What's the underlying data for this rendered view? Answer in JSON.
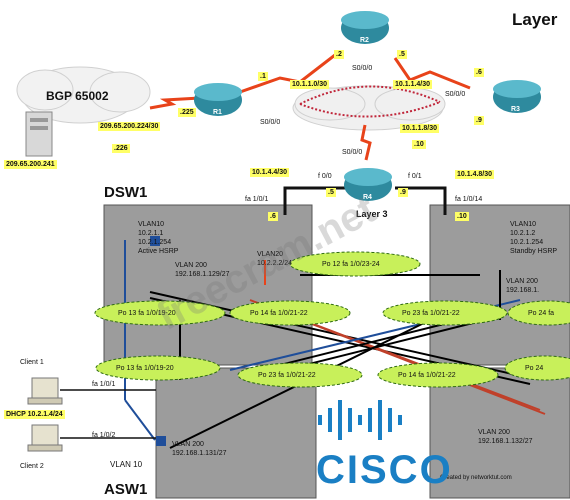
{
  "title": "Layer",
  "bgp": {
    "label": "BGP 65002",
    "server_ip": "209.65.200.241",
    "link_net": "209.65.200.224/30",
    "r1_end": ".225",
    "server_end": ".226"
  },
  "routers": {
    "r1": "R1",
    "r2": "R2",
    "r3": "R3",
    "r4": "R4"
  },
  "links": {
    "r1_top": ".1",
    "r2_left": ".2",
    "r2_right": ".5",
    "r3_top": ".6",
    "r3_bottom": ".9",
    "r2_r1_net": "10.1.1.0/30",
    "r2_r3_net": "10.1.1.4/30",
    "r3_r4_net": "10.1.1.8/30",
    "r4_right_top": ".10",
    "r1_s000": "S0/0/0",
    "r2_s000": "S0/0/0",
    "r3_s000": "S0/0/0",
    "r4_s000": "S0/0/0"
  },
  "r4": {
    "f00": "f 0/0",
    "f01": "f 0/1",
    "layer3": "Layer 3",
    "left_net": "10.1.4.4/30",
    "right_net": "10.1.4.8/30",
    "left_end": ".5",
    "right_end": ".9",
    "dsw1_end": ".6",
    "dsw2_end": ".10",
    "dsw1_port": "fa 1/0/1",
    "dsw2_port": "fa 1/0/14"
  },
  "dsw1": {
    "name": "DSW1",
    "vlan10": [
      "VLAN10",
      "10.2.1.1",
      "10.2.1.254",
      "Active HSRP"
    ],
    "vlan200": [
      "VLAN 200",
      "192.168.1.129/27"
    ],
    "vlan20": [
      "VLAN20",
      "10.2.2.2/24"
    ]
  },
  "dsw2": {
    "vlan10": [
      "VLAN10",
      "10.2.1.2",
      "10.2.1.254",
      "Standby HSRP"
    ],
    "vlan200": [
      "VLAN 200",
      "192.168.1."
    ]
  },
  "port_channels": {
    "po12": "Po 12  fa 1/0/23-24",
    "po13a": "Po 13  fa 1/0/19-20",
    "po14a": "Po 14  fa 1/0/21-22",
    "po23a": "Po 23  fa 1/0/21-22",
    "po24a": "Po 24  fa",
    "po13b": "Po 13  fa 1/0/19-20",
    "po23b": "Po 23  fa 1/0/21-22",
    "po14b": "Po 14  fa 1/0/21-22",
    "po24b": "Po 24"
  },
  "asw1": {
    "name": "ASW1",
    "vlan200": [
      "VLAN 200",
      "192.168.1.131/27"
    ],
    "vlan10": "VLAN 10",
    "port1": "fa 1/0/1",
    "port2": "fa 1/0/2"
  },
  "asw2": {
    "vlan200": [
      "VLAN 200",
      "192.168.1.132/27"
    ],
    "credit": "Created by networktut.com"
  },
  "clients": {
    "c1": "Client 1",
    "c2": "Client 2",
    "dhcp": "DHCP 10.2.1.4/24"
  },
  "logo": "CISCO",
  "watermark": "freecram.net"
}
